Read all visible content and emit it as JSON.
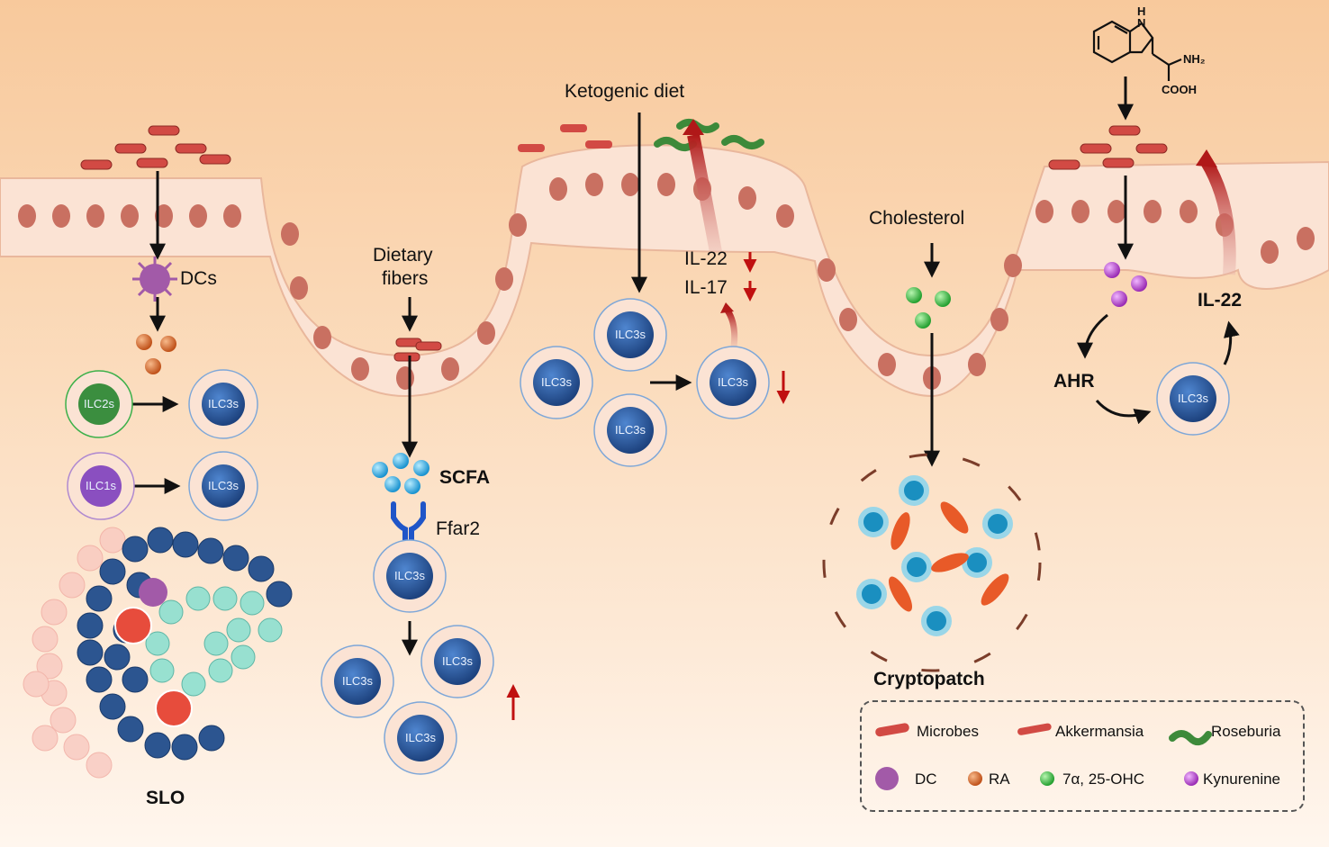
{
  "labels": {
    "dcs": "DCs",
    "dietary_fibers_1": "Dietary",
    "dietary_fibers_2": "fibers",
    "scfa": "SCFA",
    "ffar2": "Ffar2",
    "ketogenic_diet": "Ketogenic diet",
    "il22_down": "IL-22",
    "il17_down": "IL-17",
    "cholesterol": "Cholesterol",
    "cryptopatch": "Cryptopatch",
    "ahr": "AHR",
    "il22_right": "IL-22",
    "slo": "SLO"
  },
  "cells": {
    "ilc2s": "ILC2s",
    "ilc1s": "ILC1s",
    "ilc3s": "ILC3s"
  },
  "chemical": {
    "nh": "H",
    "n": "N",
    "nh2": "NH₂",
    "cooh": "COOH"
  },
  "legend": {
    "microbes": "Microbes",
    "akkermansia": "Akkermansia",
    "roseburia": "Roseburia",
    "dc": "DC",
    "ra": "RA",
    "ohc": "7α, 25-OHC",
    "kynurenine": "Kynurenine"
  },
  "colors": {
    "ilc3": "#2f5fa8",
    "ilc2_ring": "#3cb04a",
    "ilc1": "#8a4fc0",
    "ra": "#d8692a",
    "scfa": "#28a8e0",
    "ohc": "#3cc040",
    "kynurenine": "#b040c8",
    "up_down_arrow": "#c01010",
    "epithelium": "#fbe3d4"
  }
}
